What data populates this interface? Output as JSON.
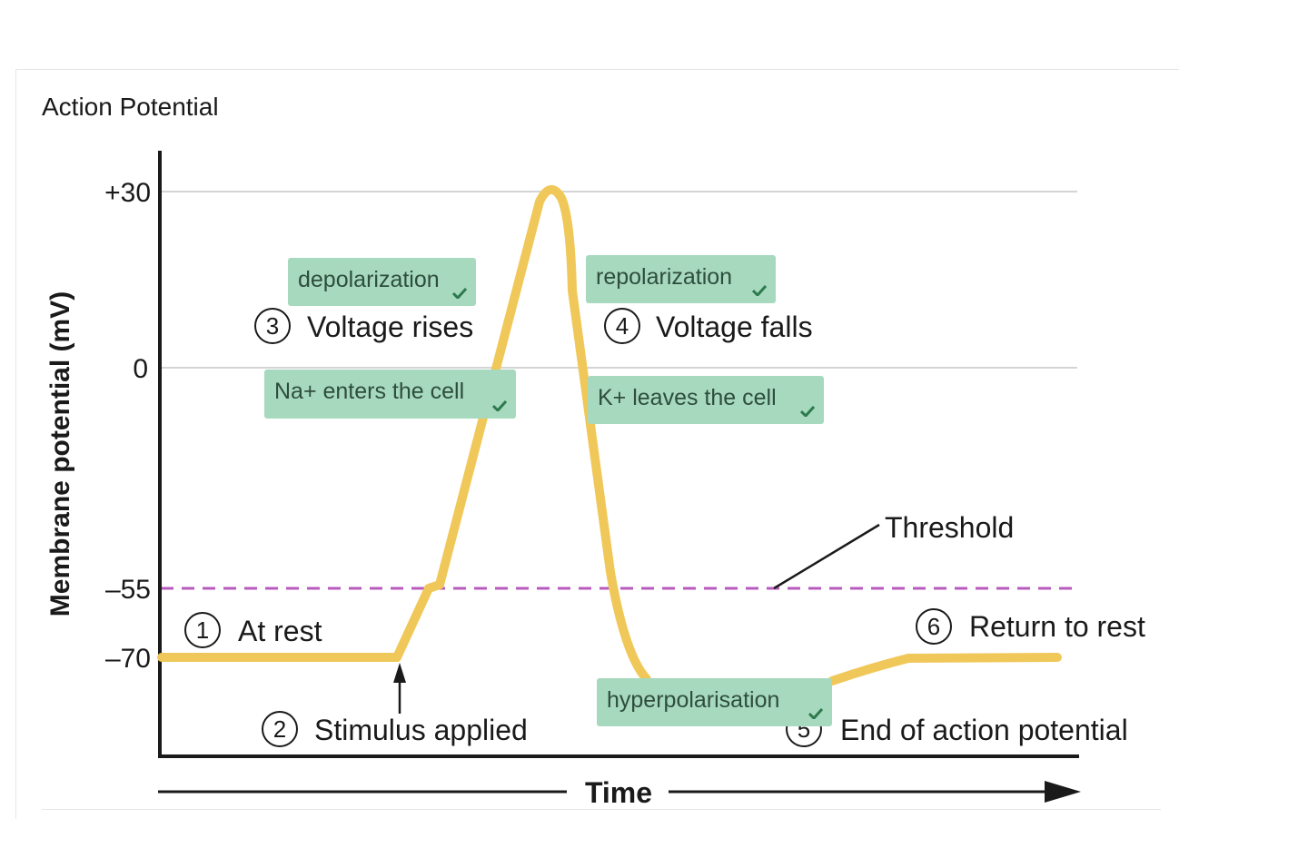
{
  "title": "Action Potential",
  "axes": {
    "y_label": "Membrane potential (mV)",
    "x_label": "Time",
    "y_ticks": [
      "+30",
      "0",
      "–55",
      "–70"
    ]
  },
  "threshold_label": "Threshold",
  "steps": [
    {
      "num": "1",
      "text": "At rest"
    },
    {
      "num": "2",
      "text": "Stimulus applied"
    },
    {
      "num": "3",
      "text": "Voltage rises"
    },
    {
      "num": "4",
      "text": "Voltage falls"
    },
    {
      "num": "5",
      "text": "End of action potential"
    },
    {
      "num": "6",
      "text": "Return to rest"
    }
  ],
  "answers": [
    {
      "text": "depolarization",
      "status": "correct"
    },
    {
      "text": "Na+ enters the cell",
      "status": "correct"
    },
    {
      "text": "repolarization",
      "status": "correct"
    },
    {
      "text": "K+ leaves the cell",
      "status": "correct"
    },
    {
      "text": "hyperpolarisation",
      "status": "correct"
    }
  ],
  "colors": {
    "curve": "#f0c85a",
    "threshold": "#b85bbd",
    "chip_bg": "#a7d9bf",
    "check": "#2d7a4d"
  }
}
